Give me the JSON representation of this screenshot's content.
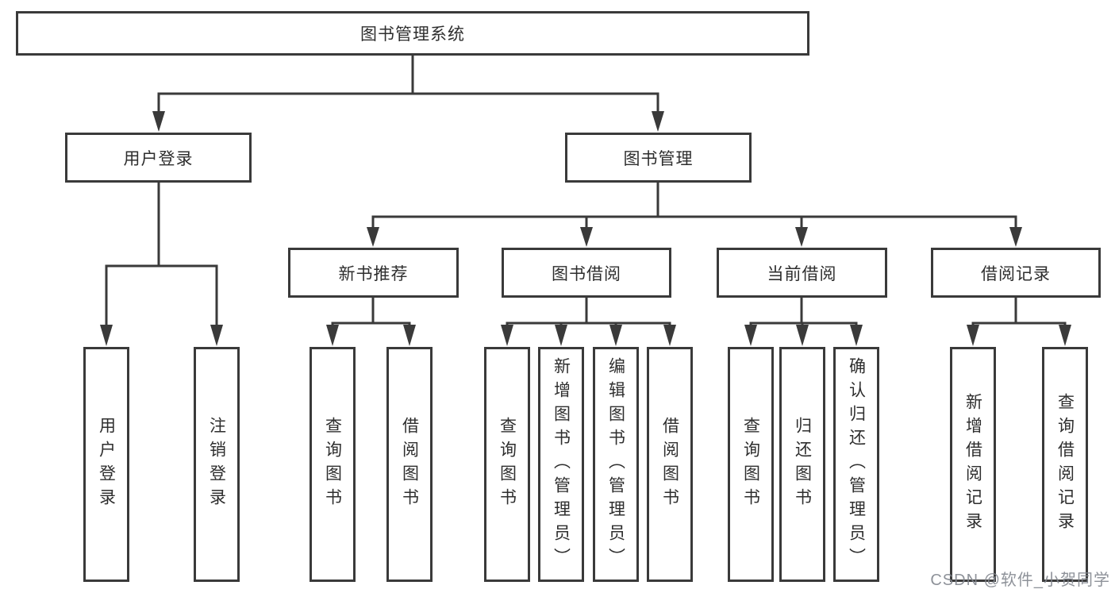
{
  "diagram": {
    "root": {
      "label": "图书管理系统"
    },
    "branches": [
      {
        "label": "用户登录",
        "children": [
          "用户登录",
          "注销登录"
        ]
      },
      {
        "label": "图书管理",
        "sections": [
          {
            "label": "新书推荐",
            "children": [
              "查询图书",
              "借阅图书"
            ]
          },
          {
            "label": "图书借阅",
            "children": [
              "查询图书",
              "新增图书（管理员）",
              "编辑图书（管理员）",
              "借阅图书"
            ]
          },
          {
            "label": "当前借阅",
            "children": [
              "查询图书",
              "归还图书",
              "确认归还（管理员）"
            ]
          },
          {
            "label": "借阅记录",
            "children": [
              "新增借阅记录",
              "查询借阅记录"
            ]
          }
        ]
      }
    ],
    "line_color": "#3a3a3a",
    "box_background": "#ffffff"
  },
  "watermark": {
    "text": "CSDN @软件_小贺同学"
  }
}
